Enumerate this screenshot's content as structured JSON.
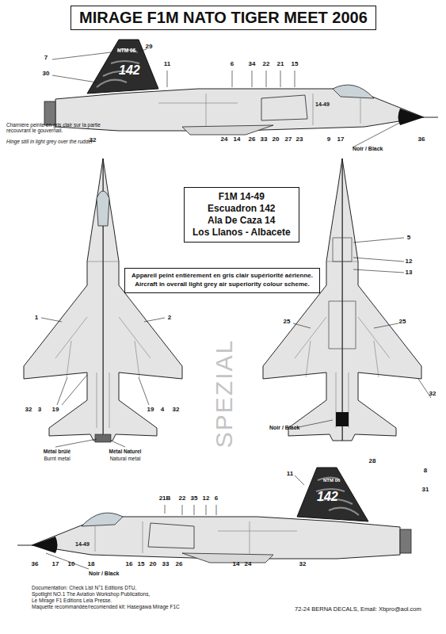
{
  "diagram": {
    "title": "MIRAGE F1M NATO TIGER MEET 2006",
    "nodes": [
      {
        "text": [
          "F1M 14-49",
          "Escuadron 142",
          "Ala De Caza 14",
          "Los Llanos -  Albacete"
        ]
      },
      {
        "text": [
          "Appareil peint entièrement en gris clair supériorité aérienne.",
          "Aircraft in overall light grey air superiority colour scheme."
        ]
      }
    ],
    "labels": [
      "NTM 06",
      "142",
      "29",
      "7",
      "30",
      "11",
      "6",
      "34",
      "22",
      "21",
      "15",
      "14-49",
      "32",
      "24",
      "14",
      "26",
      "33",
      "20",
      "27",
      "23",
      "9",
      "17",
      "36",
      "Noir / Black",
      "Charnière peinte en gris clair sur la partie recouvrant le gouvernail.",
      "Hinge still in light grey over the rudder",
      "1",
      "2",
      "32",
      "3",
      "19",
      "19",
      "4",
      "32",
      "Métal brûlé",
      "Burnt metal",
      "Métal Naturel",
      "Natural metal",
      "5",
      "12",
      "13",
      "25",
      "25",
      "Noir / Black",
      "32",
      "NTM 06",
      "142",
      "28",
      "8",
      "31",
      "11",
      "21B",
      "22",
      "35",
      "12",
      "6",
      "14-49",
      "36",
      "17",
      "10",
      "18",
      "16",
      "15",
      "20",
      "33",
      "26",
      "14",
      "24",
      "32",
      "Noir / Black",
      "Documentation: Check List N°1 Editions DTU,",
      "Spotlight  NO.1 The Aviation Workshop Publications,",
      "Le Mirage F1 Editions Lela Presse.",
      "Maquette recommandée/recomended kit: Hasegawa Mirage F1C",
      "72-24 BERNA DECALS, Email: Xbpro@aol.com",
      "SPEZIAL"
    ]
  }
}
